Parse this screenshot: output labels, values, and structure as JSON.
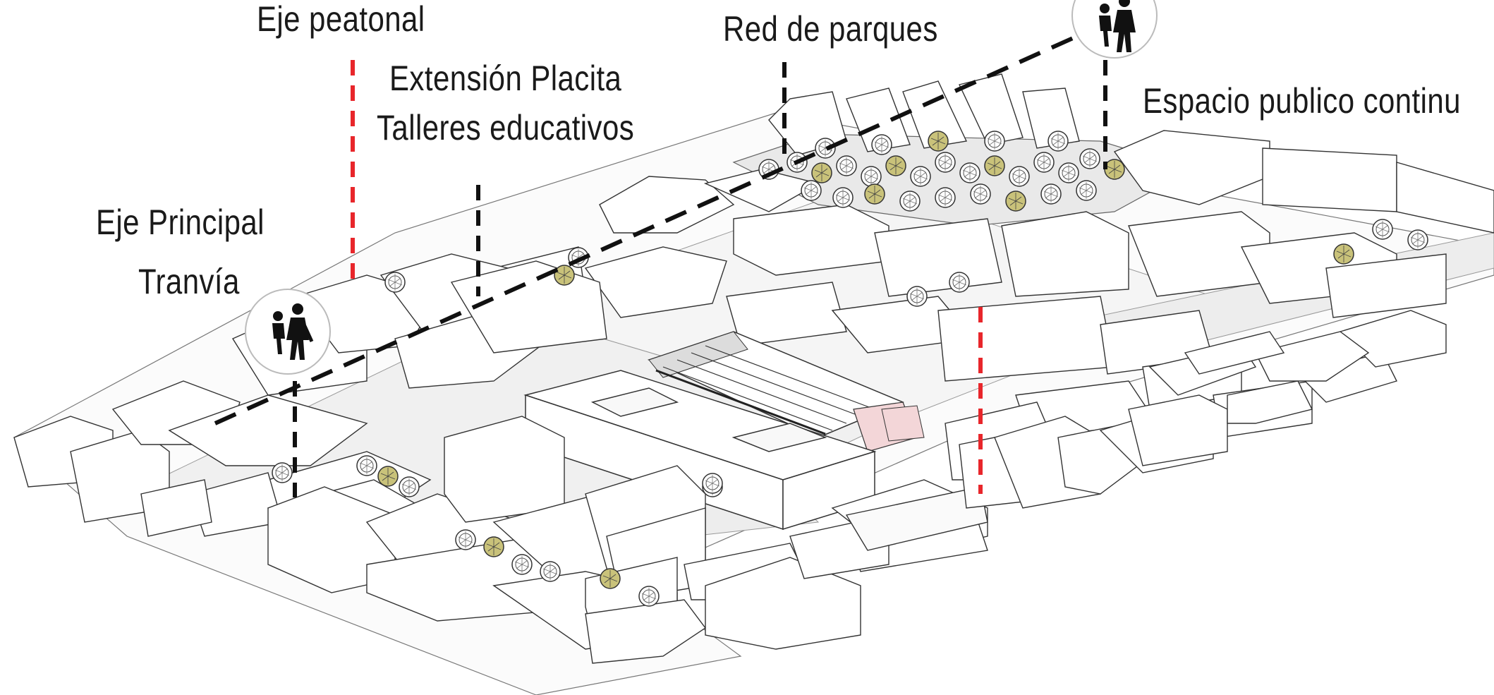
{
  "labels": {
    "eje_peatonal": "Eje peatonal",
    "red_de_parques": "Red de parques",
    "extension_placita": "Extensión Placita",
    "talleres_educativos": "Talleres educativos",
    "espacio_publico": "Espacio publico continu",
    "eje_principal": "Eje Principal",
    "tranvia": "Tranvía"
  },
  "icons": [
    "pedestrian-icon"
  ],
  "colors": {
    "background": "#ffffff",
    "line": "#222222",
    "accent_red": "#e8262b",
    "tree_fill": "#c9c27a",
    "plaza": "#e9e9e9",
    "station_roof": "#f3d6d8"
  }
}
